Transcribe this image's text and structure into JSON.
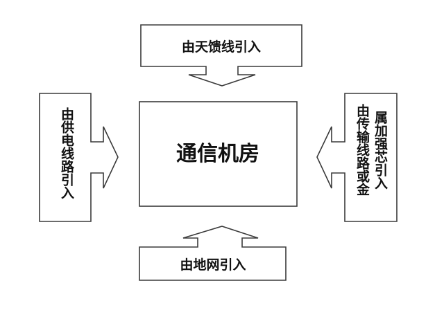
{
  "center_label": "通信机房",
  "top_label": "由天馈线引入",
  "bottom_label": "由地网引入",
  "left_label": "由供电线路引入",
  "right_label_col1": "由传输线路或金",
  "right_label_col2": "属加强芯引入",
  "colors": {
    "stroke": "#3a3a3a",
    "text": "#111111",
    "background": "#ffffff"
  }
}
